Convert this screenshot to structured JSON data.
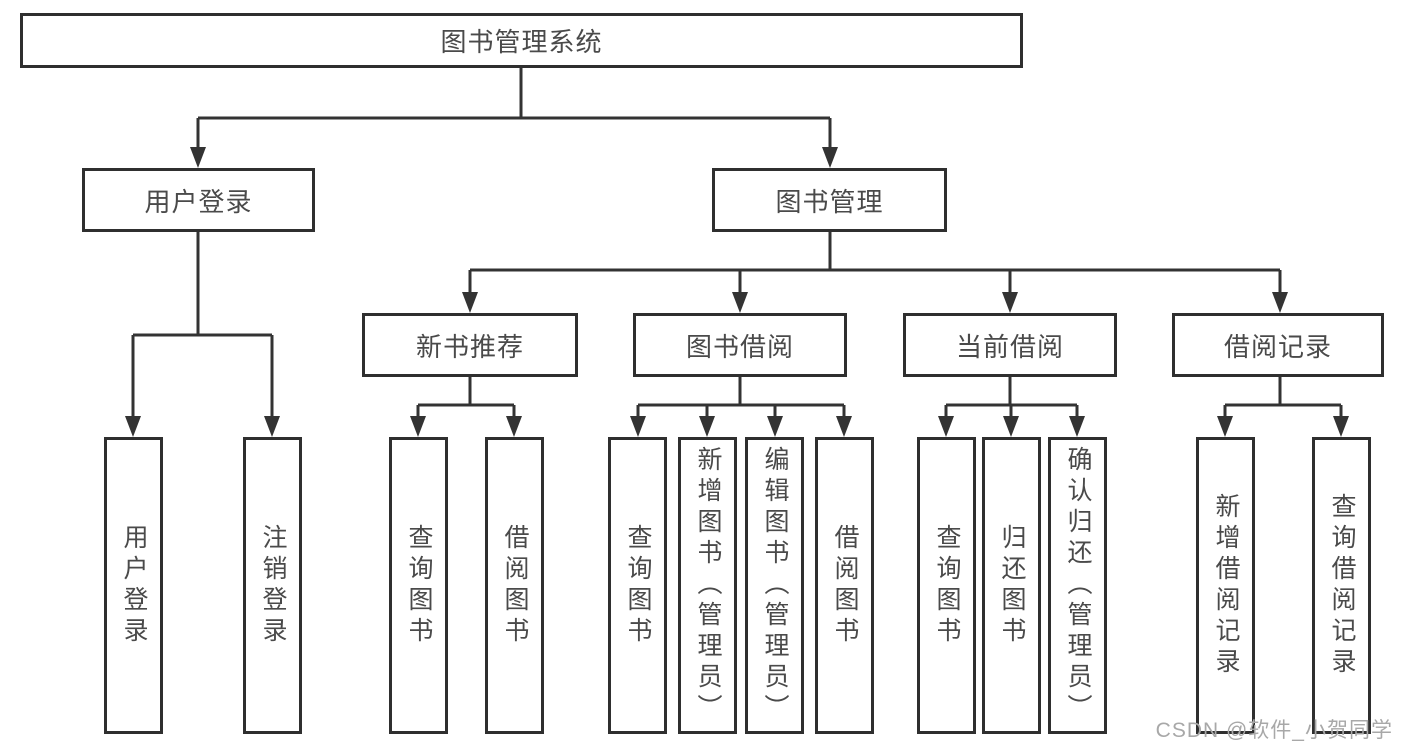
{
  "diagram": {
    "root": {
      "label": "图书管理系统"
    },
    "branches": [
      {
        "label": "用户登录",
        "children": [
          {
            "label": "用户登录"
          },
          {
            "label": "注销登录"
          }
        ]
      },
      {
        "label": "图书管理",
        "children": [
          {
            "label": "新书推荐",
            "children": [
              {
                "label": "查询图书"
              },
              {
                "label": "借阅图书"
              }
            ]
          },
          {
            "label": "图书借阅",
            "children": [
              {
                "label": "查询图书"
              },
              {
                "label": "新增图书（管理员）"
              },
              {
                "label": "编辑图书（管理员）"
              },
              {
                "label": "借阅图书"
              }
            ]
          },
          {
            "label": "当前借阅",
            "children": [
              {
                "label": "查询图书"
              },
              {
                "label": "归还图书"
              },
              {
                "label": "确认归还（管理员）"
              }
            ]
          },
          {
            "label": "借阅记录",
            "children": [
              {
                "label": "新增借阅记录"
              },
              {
                "label": "查询借阅记录"
              }
            ]
          }
        ]
      }
    ]
  },
  "watermark": {
    "text": "CSDN @软件_小贺同学"
  },
  "colors": {
    "line": "#333333",
    "box_border": "#2f2f2f",
    "text": "#4a4a4a",
    "watermark": "#a8a8a8",
    "background": "#ffffff"
  }
}
